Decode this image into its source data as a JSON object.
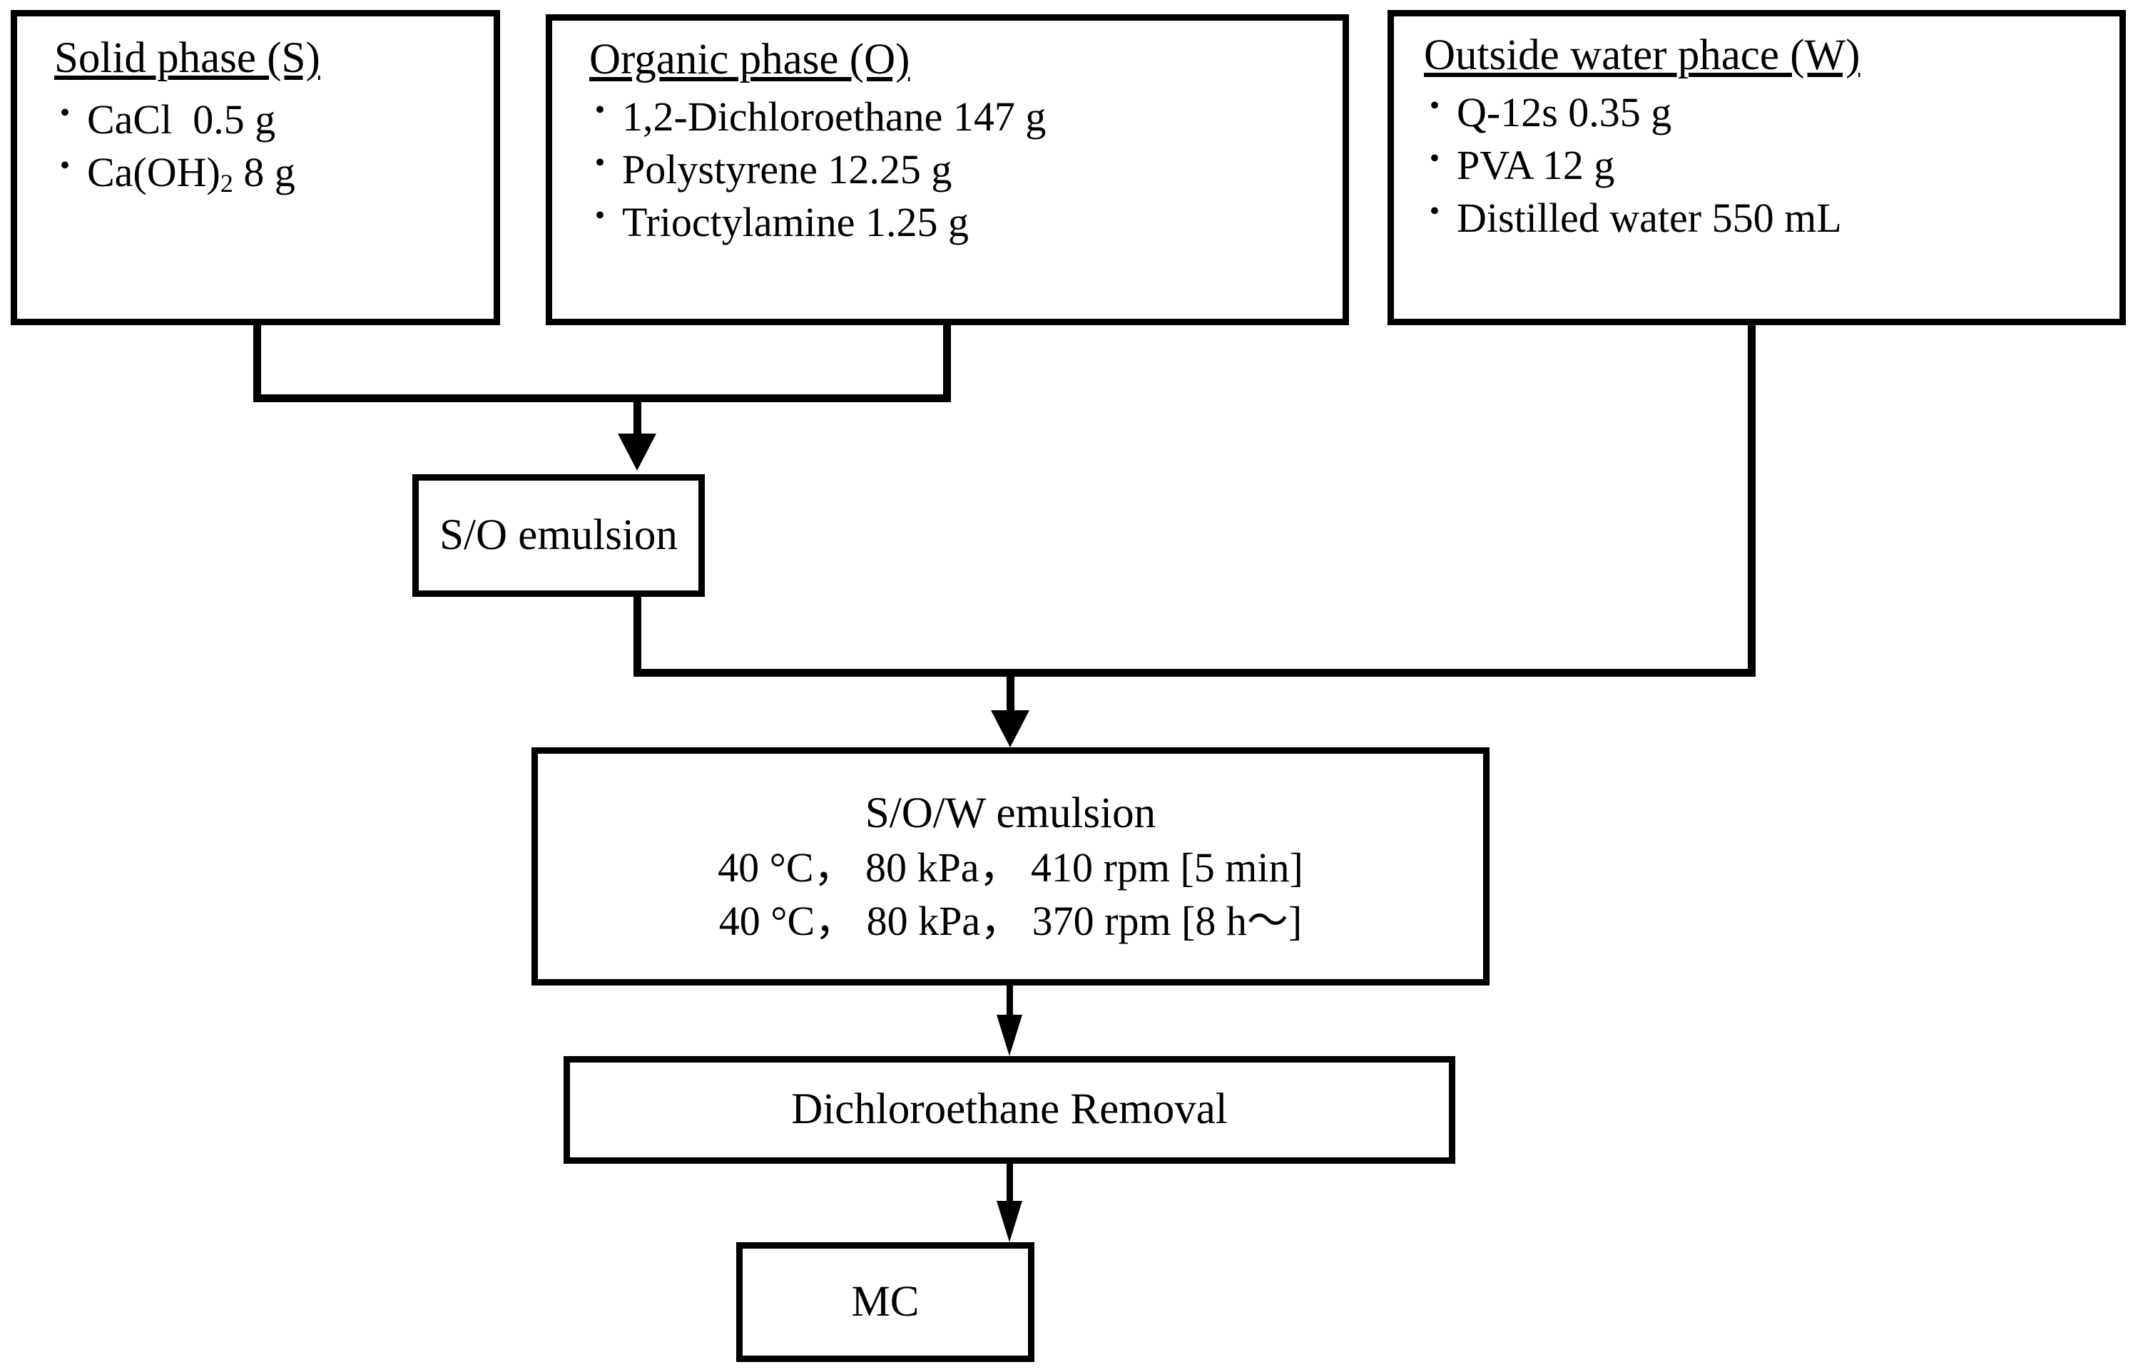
{
  "diagram": {
    "type": "process-flowchart",
    "title_text": "",
    "background_color": "#ffffff",
    "line_color": "#000000",
    "boxes": [
      {
        "id": "solid-phase",
        "heading": "Solid phase (S)",
        "items": [
          {
            "label": "CaCl",
            "sub": "",
            "amount": "0.5 g"
          },
          {
            "label": "Ca(OH)",
            "sub": "2",
            "amount": "8 g"
          }
        ]
      },
      {
        "id": "organic-phase",
        "heading": "Organic phase (O)",
        "items": [
          {
            "label": "1,2-Dichloroethane",
            "sub": "",
            "amount": "147 g"
          },
          {
            "label": "Polystyrene",
            "sub": "",
            "amount": "12.25 g"
          },
          {
            "label": " Trioctylamine",
            "sub": "",
            "amount": "1.25 g"
          }
        ]
      },
      {
        "id": "outside-water-phase",
        "heading": "Outside water phace (W)",
        "items": [
          {
            "label": "Q-12s",
            "sub": "",
            "amount": "0.35 g"
          },
          {
            "label": "PVA",
            "sub": "",
            "amount": "12 g"
          },
          {
            "label": "Distilled water",
            "sub": "",
            "amount": "550 mL"
          }
        ]
      },
      {
        "id": "so-emulsion",
        "title": "S/O emulsion"
      },
      {
        "id": "sow-emulsion",
        "title": "S/O/W emulsion",
        "conditions": [
          "40 °C， 80 kPa， 410 rpm [5 min]",
          "40 °C， 80 kPa， 370 rpm [8 h～]"
        ]
      },
      {
        "id": "dichloroethane-removal",
        "title": "Dichloroethane Removal"
      },
      {
        "id": "mc",
        "title": "MC"
      }
    ]
  }
}
